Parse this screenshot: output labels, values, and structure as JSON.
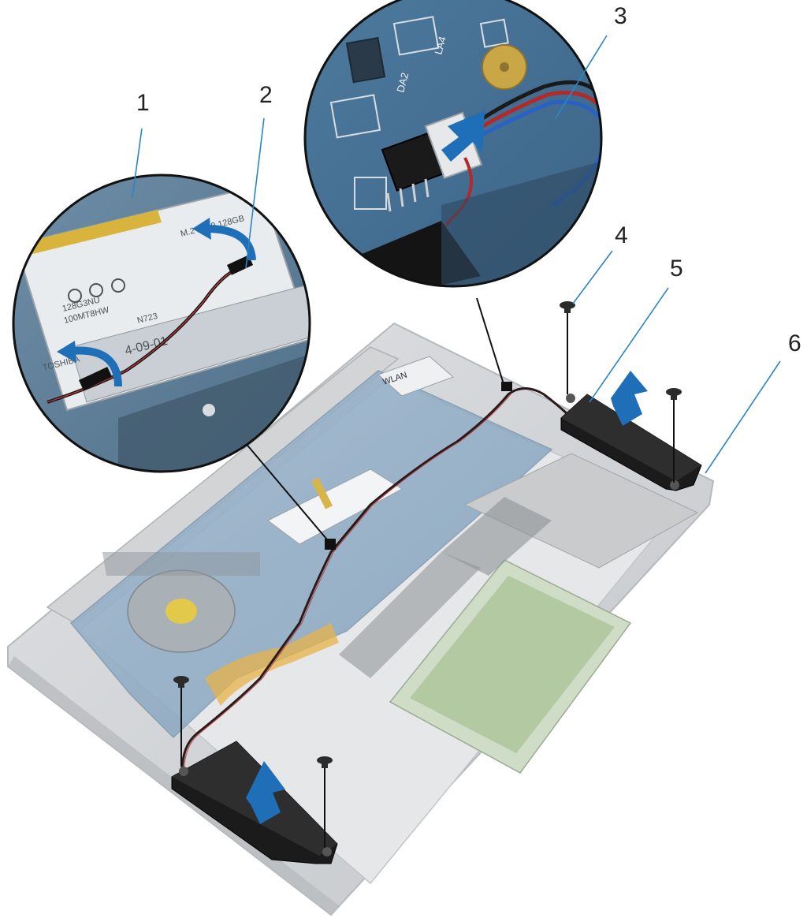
{
  "figure": {
    "callouts": [
      "1",
      "2",
      "3",
      "4",
      "5",
      "6"
    ],
    "board_labels": {
      "wlan": "WLAN",
      "la4": "LA4",
      "da2": "DA2"
    },
    "ssd_label_lines": [
      "M.2 2280 128GB",
      "128G3NU",
      "100MT8HW",
      "TOSHIBA",
      "N723",
      "4-09-01"
    ],
    "colors": {
      "arrow": "#1f6fb8",
      "leader": "#2a86c4",
      "speaker": "#1a1a1a",
      "board": "#5f87a8",
      "chassis": "#c9ccd0"
    },
    "icons": [
      "lift-arrow-icon",
      "screw-icon",
      "speaker-cable",
      "connector"
    ]
  }
}
